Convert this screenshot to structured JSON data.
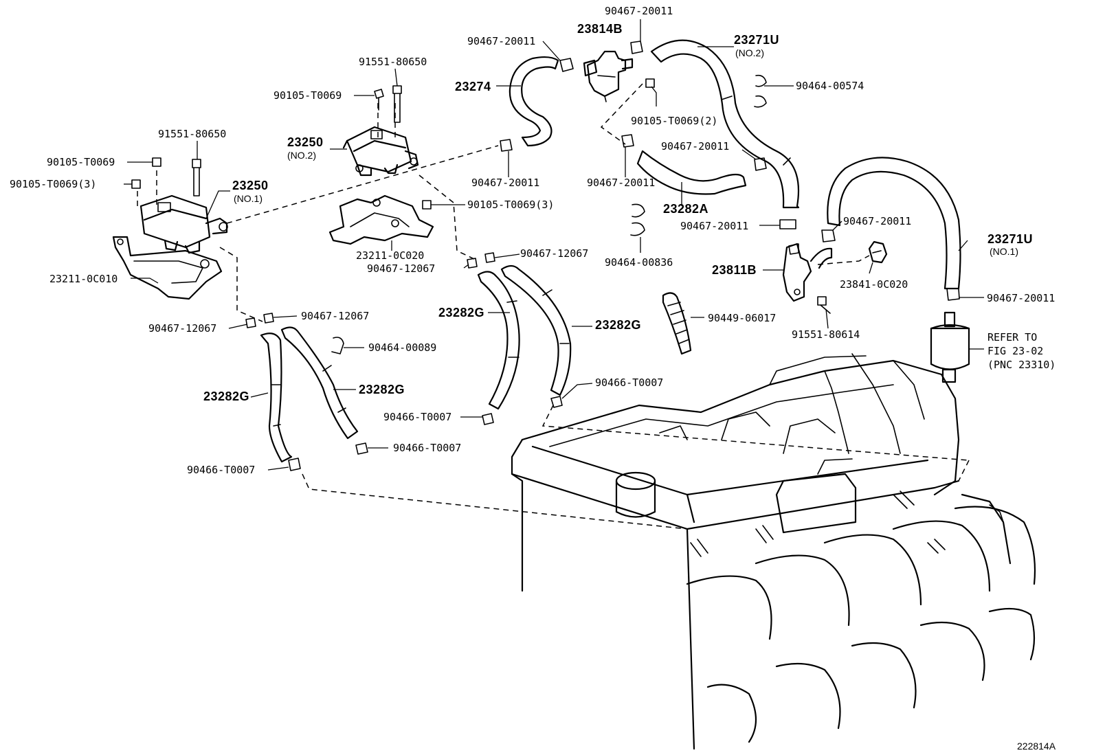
{
  "diagram_id": "222814A",
  "refer_note": {
    "line1": "REFER TO",
    "line2": "FIG 23-02",
    "line3": "(PNC 23310)"
  },
  "labels": {
    "p_90467_20011_top": "90467-20011",
    "p_23814b": "23814B",
    "p_23271u_no2": "23271U",
    "p_23271u_no2_sub": "(NO.2)",
    "p_90467_20011_a": "90467-20011",
    "p_91551_80650_a": "91551-80650",
    "p_23274": "23274",
    "p_90105_t0069_a": "90105-T0069",
    "p_90464_00574": "90464-00574",
    "p_90105_t0069_2": "90105-T0069(2)",
    "p_23250_no2": "23250",
    "p_23250_no2_sub": "(NO.2)",
    "p_91551_80650_b": "91551-80650",
    "p_90467_20011_b": "90467-20011",
    "p_90105_t0069_b": "90105-T0069",
    "p_90105_t0069_3a": "90105-T0069(3)",
    "p_23250_no1": "23250",
    "p_23250_no1_sub": "(NO.1)",
    "p_90467_20011_c": "90467-20011",
    "p_90467_20011_d": "90467-20011",
    "p_23282a": "23282A",
    "p_90105_t0069_3b": "90105-T0069(3)",
    "p_90467_20011_e": "90467-20011",
    "p_90467_20011_f": "90467-20011",
    "p_23271u_no1": "23271U",
    "p_23271u_no1_sub": "(NO.1)",
    "p_90464_00836": "90464-00836",
    "p_23211_0c020": "23211-0C020",
    "p_90467_12067_a": "90467-12067",
    "p_90467_12067_b": "90467-12067",
    "p_23811b": "23811B",
    "p_23841_0c020": "23841-0C020",
    "p_23211_0c010": "23211-0C010",
    "p_90467_20011_g": "90467-20011",
    "p_23282g_a": "23282G",
    "p_23282g_b": "23282G",
    "p_90449_06017": "90449-06017",
    "p_90467_12067_c": "90467-12067",
    "p_90467_12067_d": "90467-12067",
    "p_91551_80614": "91551-80614",
    "p_90464_00089": "90464-00089",
    "p_90466_t0007_a": "90466-T0007",
    "p_23282g_c": "23282G",
    "p_23282g_d": "23282G",
    "p_90466_t0007_b": "90466-T0007",
    "p_90466_t0007_c": "90466-T0007",
    "p_90466_t0007_d": "90466-T0007"
  }
}
